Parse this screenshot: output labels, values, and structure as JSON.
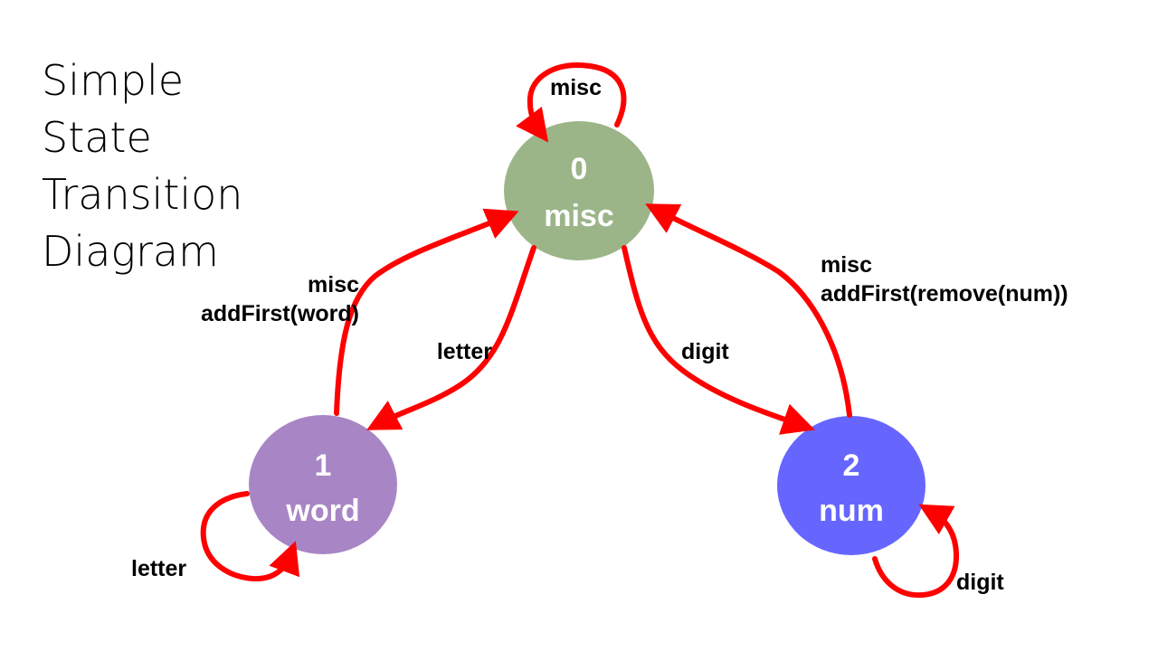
{
  "title_lines": [
    "Simple",
    "State",
    "Transition",
    "Diagram"
  ],
  "colors": {
    "edge": "#ff0000",
    "state0": "#9bb589",
    "state1": "#a886c5",
    "state2": "#6666ff",
    "state_text": "#ffffff"
  },
  "states": [
    {
      "id": "0",
      "label": "misc"
    },
    {
      "id": "1",
      "label": "word"
    },
    {
      "id": "2",
      "label": "num"
    }
  ],
  "transitions": {
    "self_0": {
      "from": "0",
      "to": "0",
      "input": "misc"
    },
    "t_0_1": {
      "from": "0",
      "to": "1",
      "input": "letter"
    },
    "t_1_0": {
      "from": "1",
      "to": "0",
      "input": "misc",
      "action": "addFirst(word)"
    },
    "self_1": {
      "from": "1",
      "to": "1",
      "input": "letter"
    },
    "t_0_2": {
      "from": "0",
      "to": "2",
      "input": "digit"
    },
    "t_2_0": {
      "from": "2",
      "to": "0",
      "input": "misc",
      "action": "addFirst(remove(num))"
    },
    "self_2": {
      "from": "2",
      "to": "2",
      "input": "digit"
    }
  }
}
